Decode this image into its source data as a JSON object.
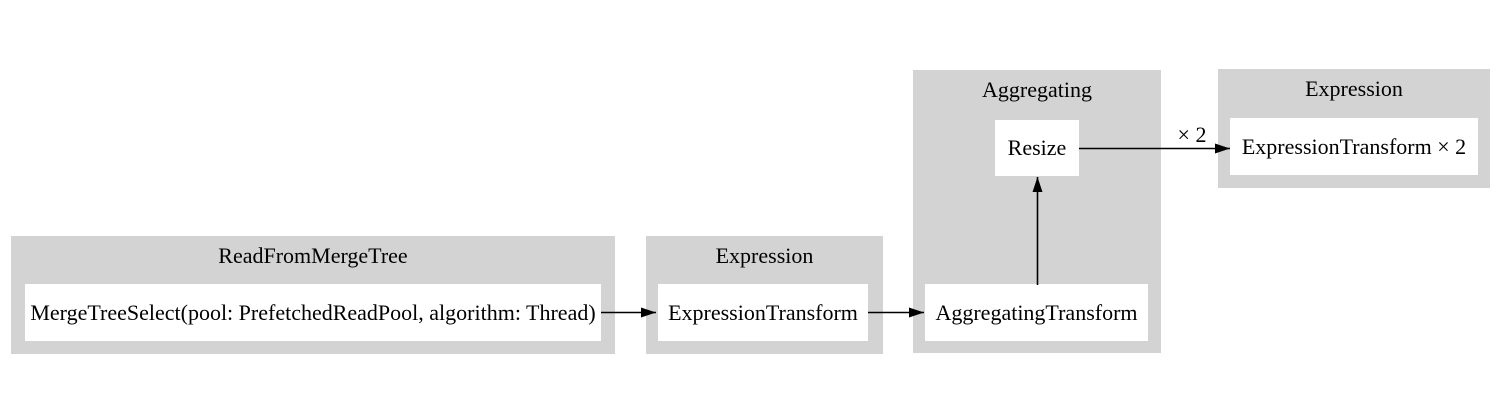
{
  "diagram": {
    "background": "#ffffff",
    "cluster_fill": "#d3d3d3",
    "node_fill": "#ffffff",
    "edge_color": "#000000",
    "text_color": "#000000",
    "clusters": [
      {
        "label": "ReadFromMergeTree",
        "nodes": [
          {
            "label": "MergeTreeSelect(pool: PrefetchedReadPool, algorithm: Thread)"
          }
        ]
      },
      {
        "label": "Expression",
        "nodes": [
          {
            "label": "ExpressionTransform"
          }
        ]
      },
      {
        "label": "Aggregating",
        "nodes": [
          {
            "label": "Resize"
          },
          {
            "label": "AggregatingTransform"
          }
        ]
      },
      {
        "label": "Expression",
        "nodes": [
          {
            "label": "ExpressionTransform × 2"
          }
        ]
      }
    ],
    "edges": [
      {
        "from": "MergeTreeSelect(pool: PrefetchedReadPool, algorithm: Thread)",
        "to": "ExpressionTransform",
        "label": ""
      },
      {
        "from": "ExpressionTransform",
        "to": "AggregatingTransform",
        "label": ""
      },
      {
        "from": "AggregatingTransform",
        "to": "Resize",
        "label": ""
      },
      {
        "from": "Resize",
        "to": "ExpressionTransform × 2",
        "label": "× 2"
      }
    ]
  }
}
